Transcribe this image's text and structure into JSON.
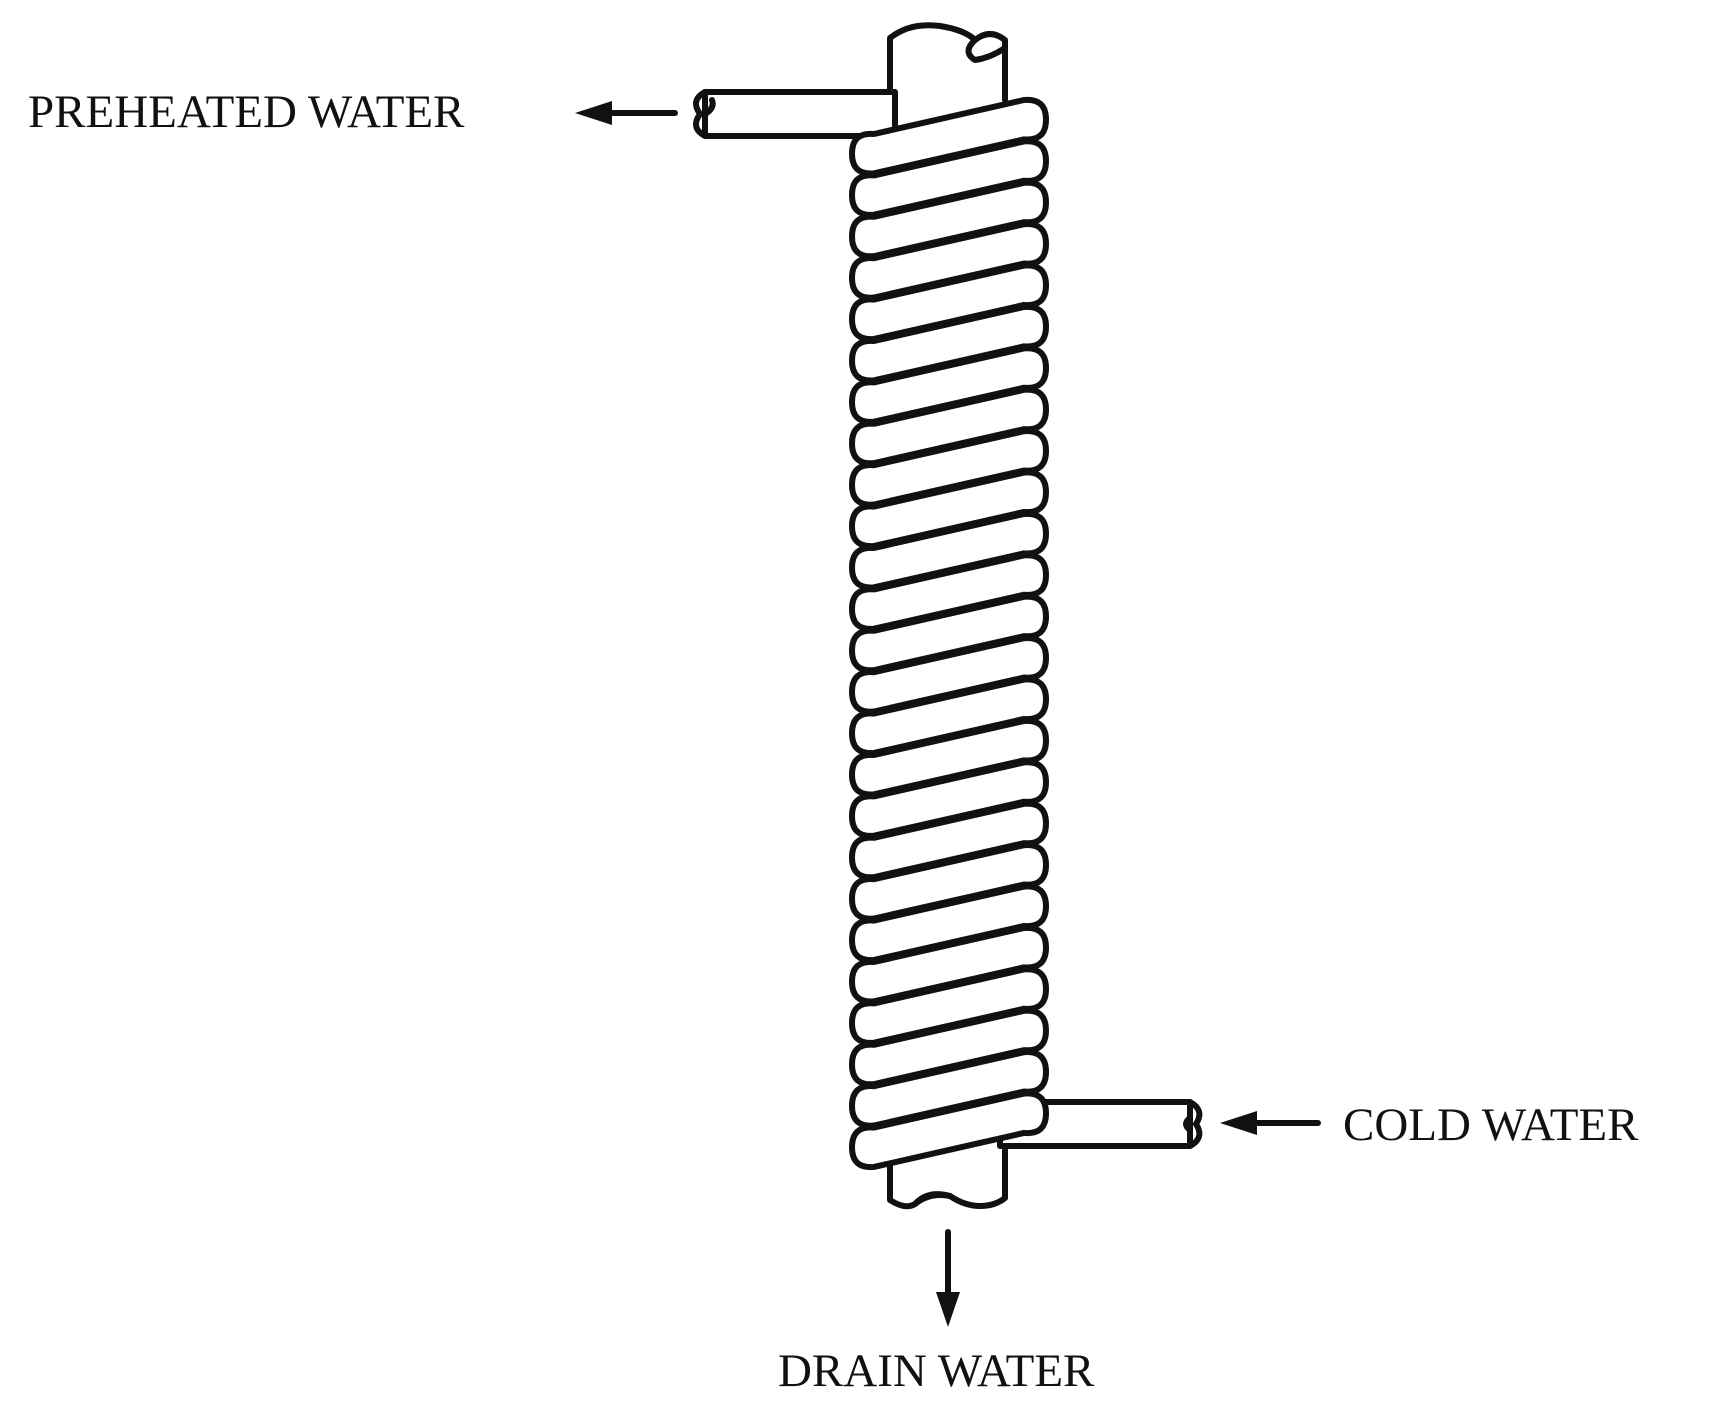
{
  "labels": {
    "preheated_water": "PREHEATED WATER",
    "cold_water": "COLD WATER",
    "drain_water": "DRAIN WATER"
  },
  "colors": {
    "ink": "#111111",
    "background": "#ffffff"
  }
}
